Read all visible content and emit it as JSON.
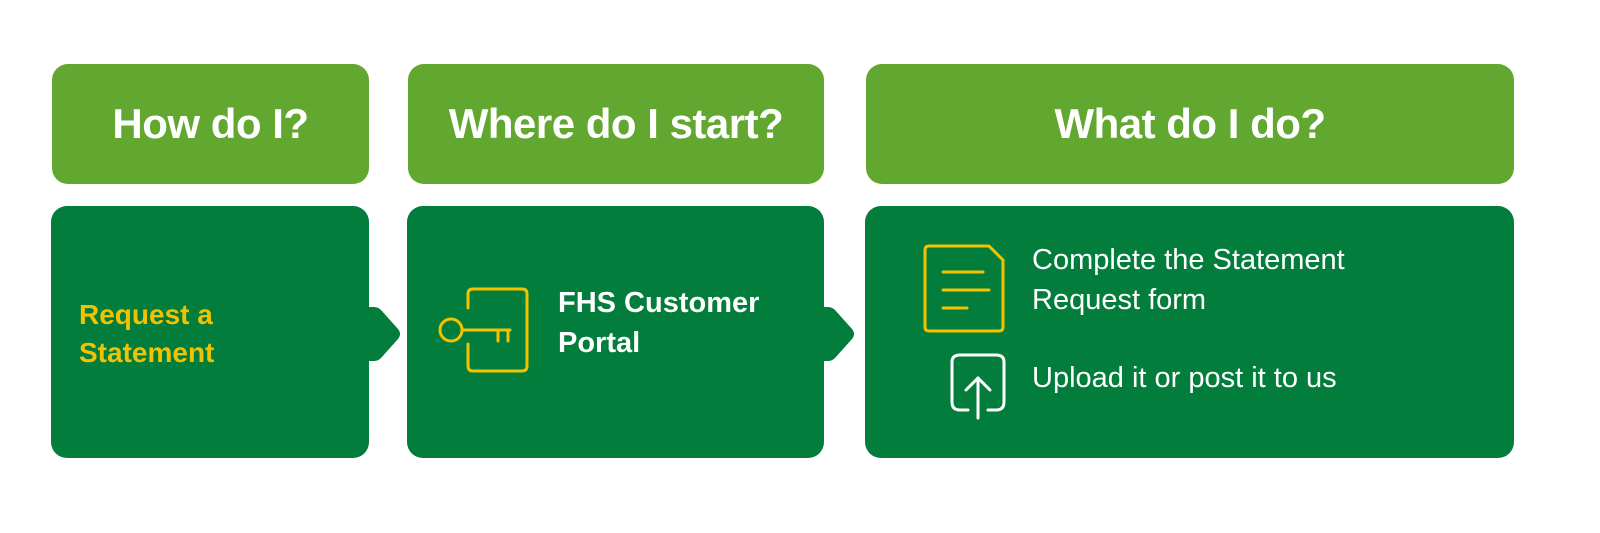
{
  "headers": {
    "how": "How do I?",
    "where": "Where do I start?",
    "what": "What do I do?"
  },
  "steps": {
    "request": {
      "line1": "Request a",
      "line2": "Statement"
    },
    "portal": {
      "line1": "FHS Customer",
      "line2": "Portal",
      "icon": "key-icon"
    },
    "actions": [
      {
        "line1": "Complete the Statement",
        "line2": "Request form",
        "icon": "document-icon"
      },
      {
        "line1": "Upload it or post it to us",
        "icon": "upload-icon"
      }
    ]
  },
  "colors": {
    "header_green": "#62a830",
    "panel_green": "#027d3b",
    "accent_yellow": "#f2c200",
    "text_white": "#ffffff"
  }
}
